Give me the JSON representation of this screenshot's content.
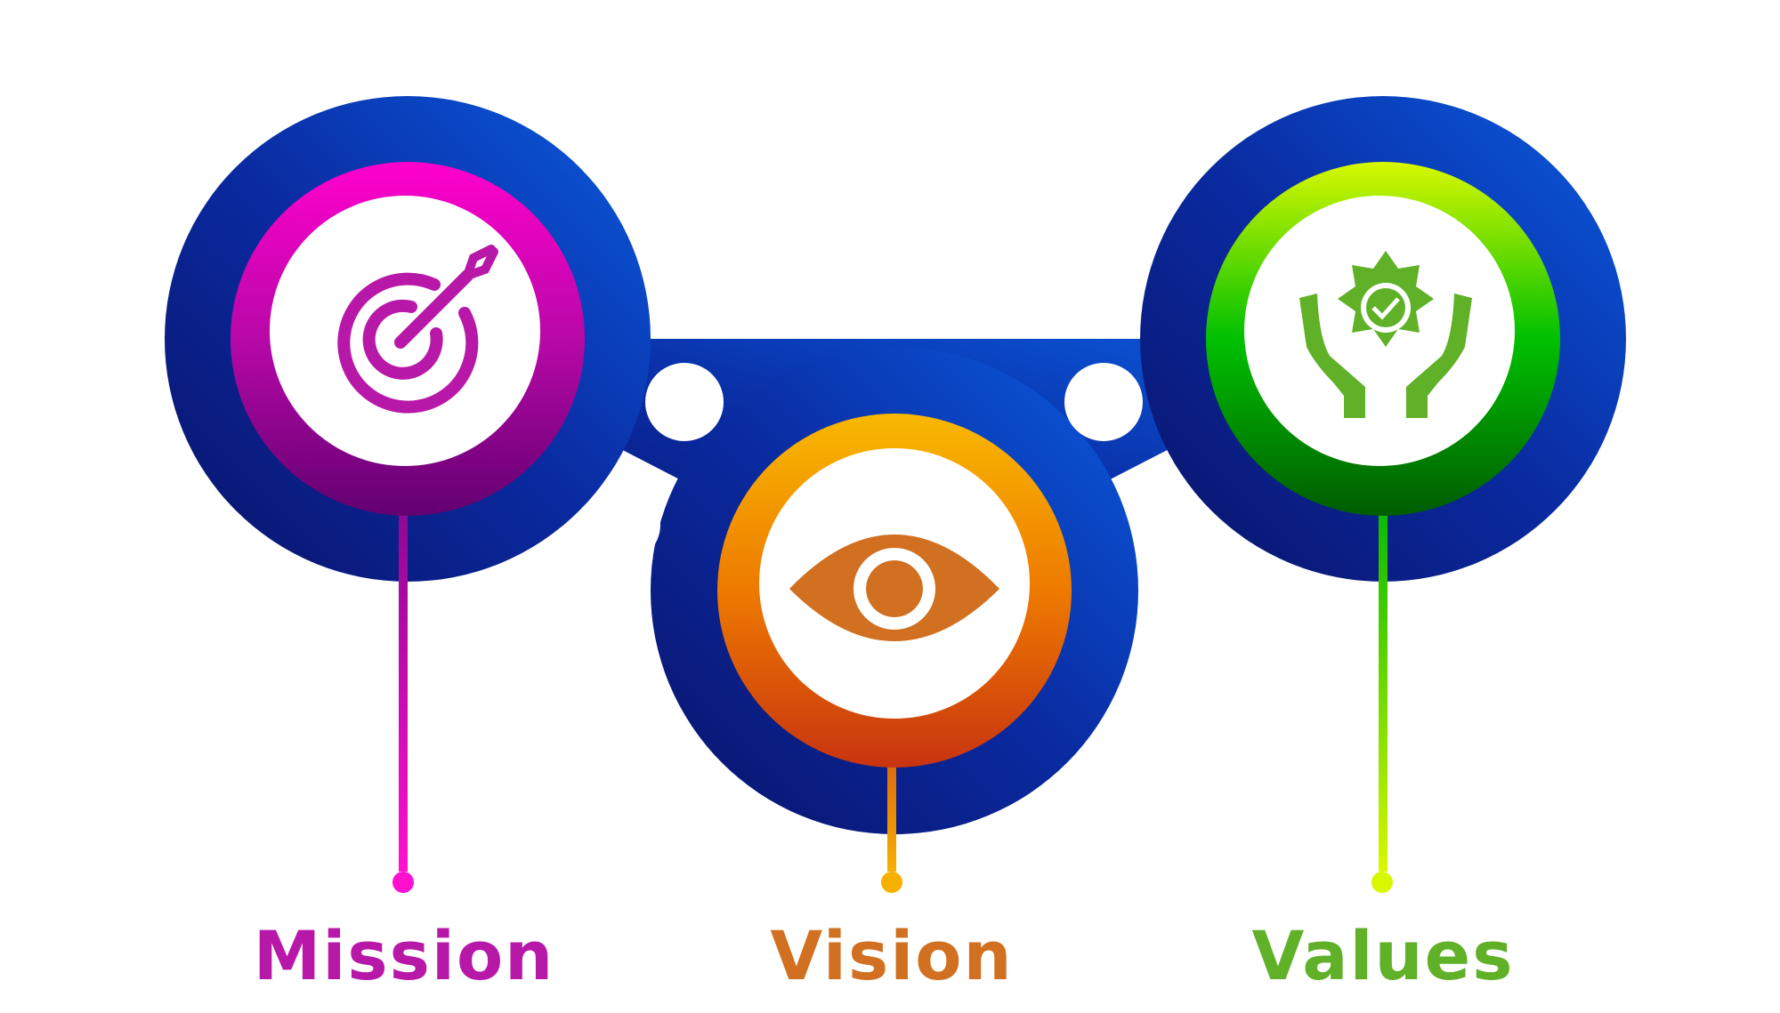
{
  "items": [
    {
      "label": "Mission",
      "icon": "target-arrow-icon",
      "color": "#b818a8"
    },
    {
      "label": "Vision",
      "icon": "eye-icon",
      "color": "#d07020"
    },
    {
      "label": "Values",
      "icon": "hands-badge-check-icon",
      "color": "#60b028"
    }
  ],
  "colors": {
    "blue_dark": "#0a1670",
    "blue_light": "#0a5ad8"
  }
}
